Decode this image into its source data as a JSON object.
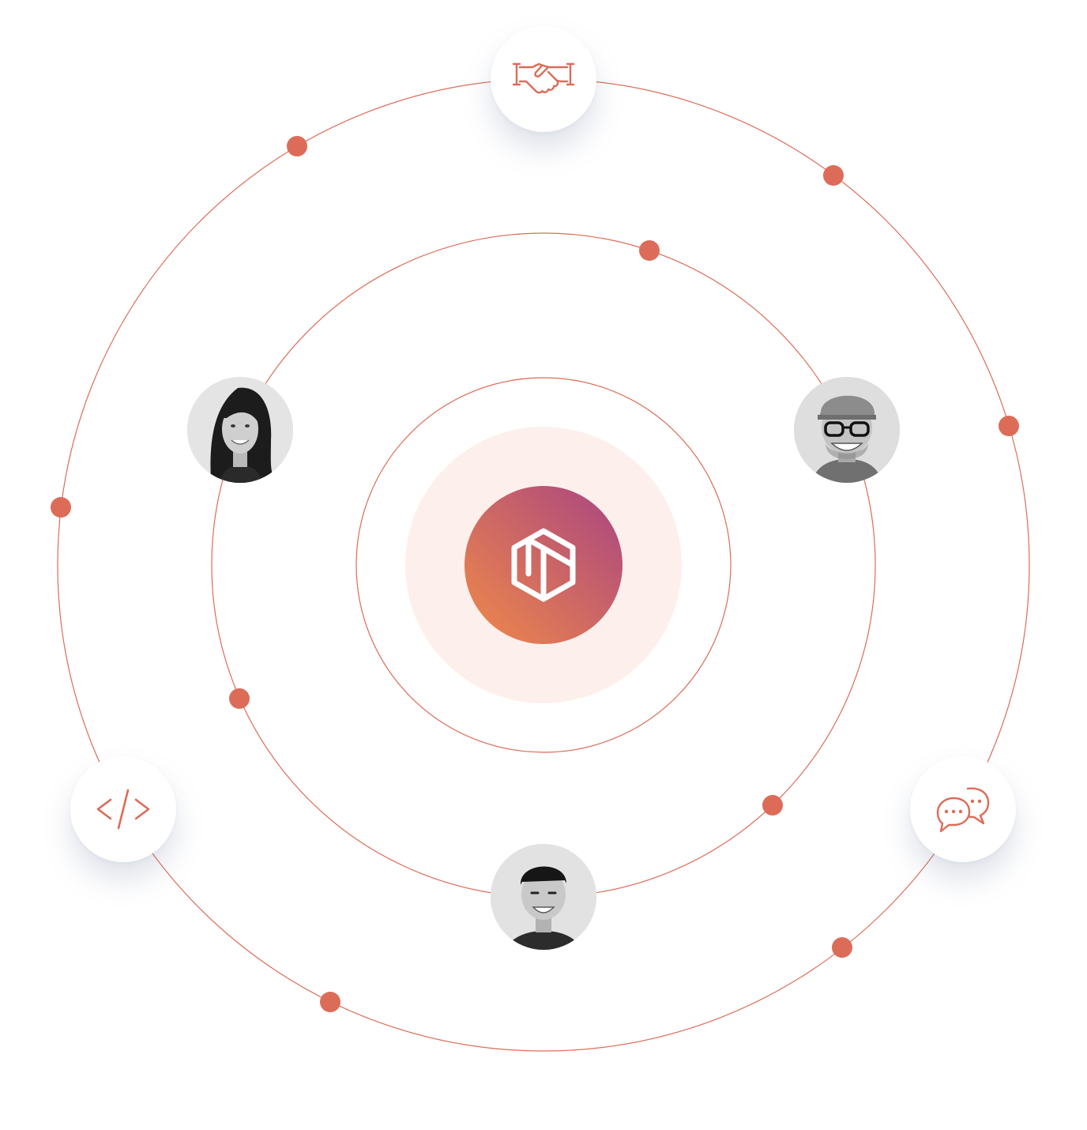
{
  "colors": {
    "accent": "#dc6c58",
    "halo": "#fdf0ec",
    "gradient_start": "#f08a48",
    "gradient_end": "#a94482",
    "node_bg": "#ffffff"
  },
  "center": {
    "icon": "stacked-cube-logo-icon"
  },
  "rings": [
    {
      "name": "inner-ring",
      "dots": 0
    },
    {
      "name": "middle-ring",
      "dots": 3,
      "avatars": [
        "woman-long-hair",
        "man-cap-glasses",
        "young-man-short-hair"
      ]
    },
    {
      "name": "outer-ring",
      "dots": 6,
      "icons": [
        "handshake-icon",
        "code-icon",
        "chat-bubbles-icon"
      ]
    }
  ]
}
